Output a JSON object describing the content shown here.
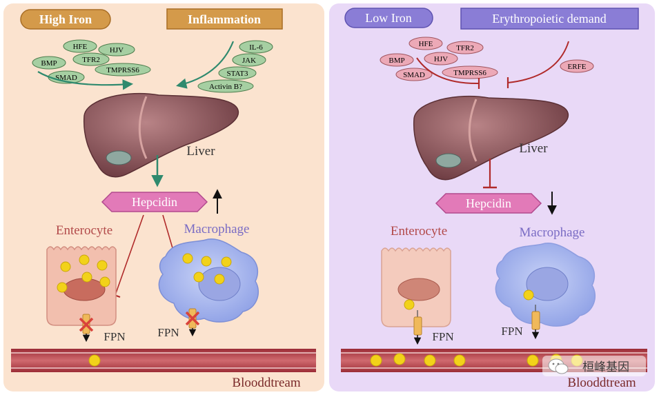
{
  "left": {
    "condition_a": "High Iron",
    "condition_b": "Inflammation",
    "pathway_left": [
      "HFE",
      "HJV",
      "TFR2",
      "BMP",
      "TMPRSS6",
      "SMAD"
    ],
    "pathway_right": [
      "IL-6",
      "JAK",
      "STAT3",
      "Activin B?"
    ],
    "liver_label": "Liver",
    "hepcidin_label": "Hepcidin",
    "enterocyte_label": "Enterocyte",
    "macrophage_label": "Macrophage",
    "fpn_enterocyte": "FPN",
    "fpn_macrophage": "FPN",
    "bloodstream_label": "Blooddtream"
  },
  "right": {
    "condition_a": "Low Iron",
    "condition_b": "Erythropoietic demand",
    "pathway_left": [
      "HFE",
      "TFR2",
      "BMP",
      "HJV",
      "SMAD",
      "TMPRSS6"
    ],
    "pathway_right": [
      "ERFE"
    ],
    "liver_label": "Liver",
    "hepcidin_label": "Hepcidin",
    "enterocyte_label": "Enterocyte",
    "macrophage_label": "Macrophage",
    "fpn_enterocyte": "FPN",
    "fpn_macrophage": "FPN",
    "bloodstream_label": "Blooddtream"
  },
  "watermark": "桓峰基因",
  "colors": {
    "left_bg": "#fbe3cf",
    "right_bg": "#e9d9f7",
    "activate_arrow": "#2f8a6e",
    "inhibit_line": "#b02a2a",
    "iron": "#f2d21a",
    "hepcidin": "#e27ab8"
  }
}
